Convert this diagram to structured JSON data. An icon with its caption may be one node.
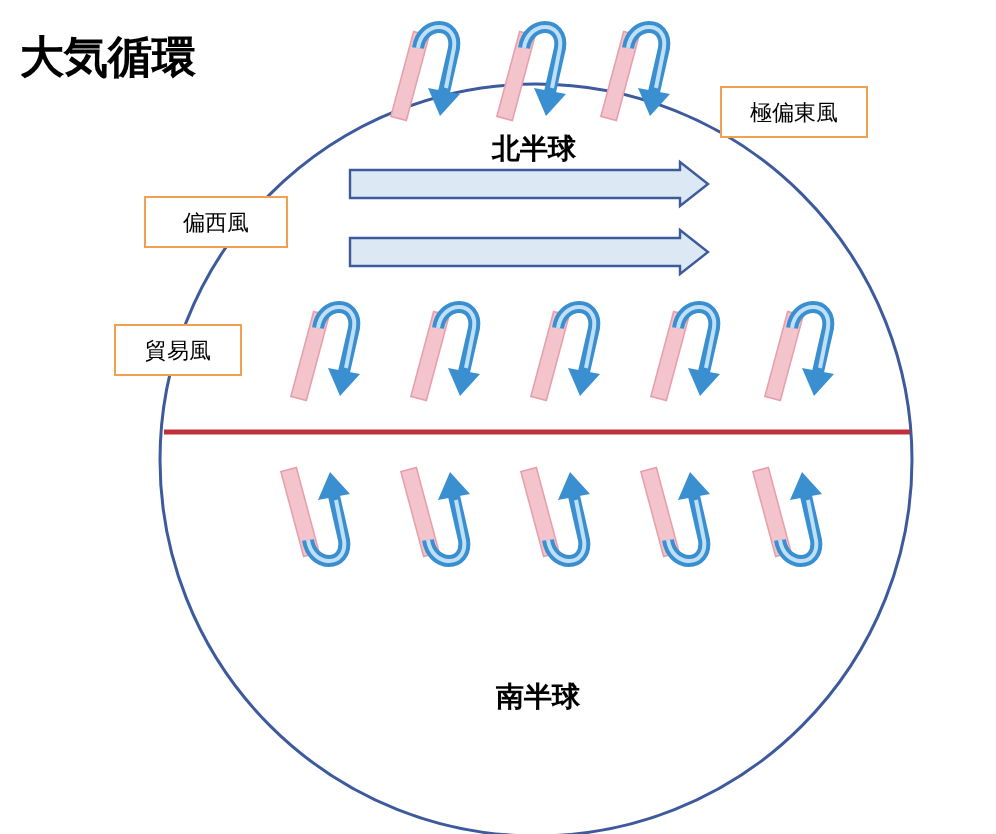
{
  "diagram": {
    "title": "大気循環",
    "nodes": [
      {
        "text": [
          "極偏東風"
        ]
      },
      {
        "text": [
          "偏西風"
        ]
      },
      {
        "text": [
          "貿易風"
        ]
      }
    ],
    "labels": [
      "北半球",
      "南半球"
    ]
  }
}
